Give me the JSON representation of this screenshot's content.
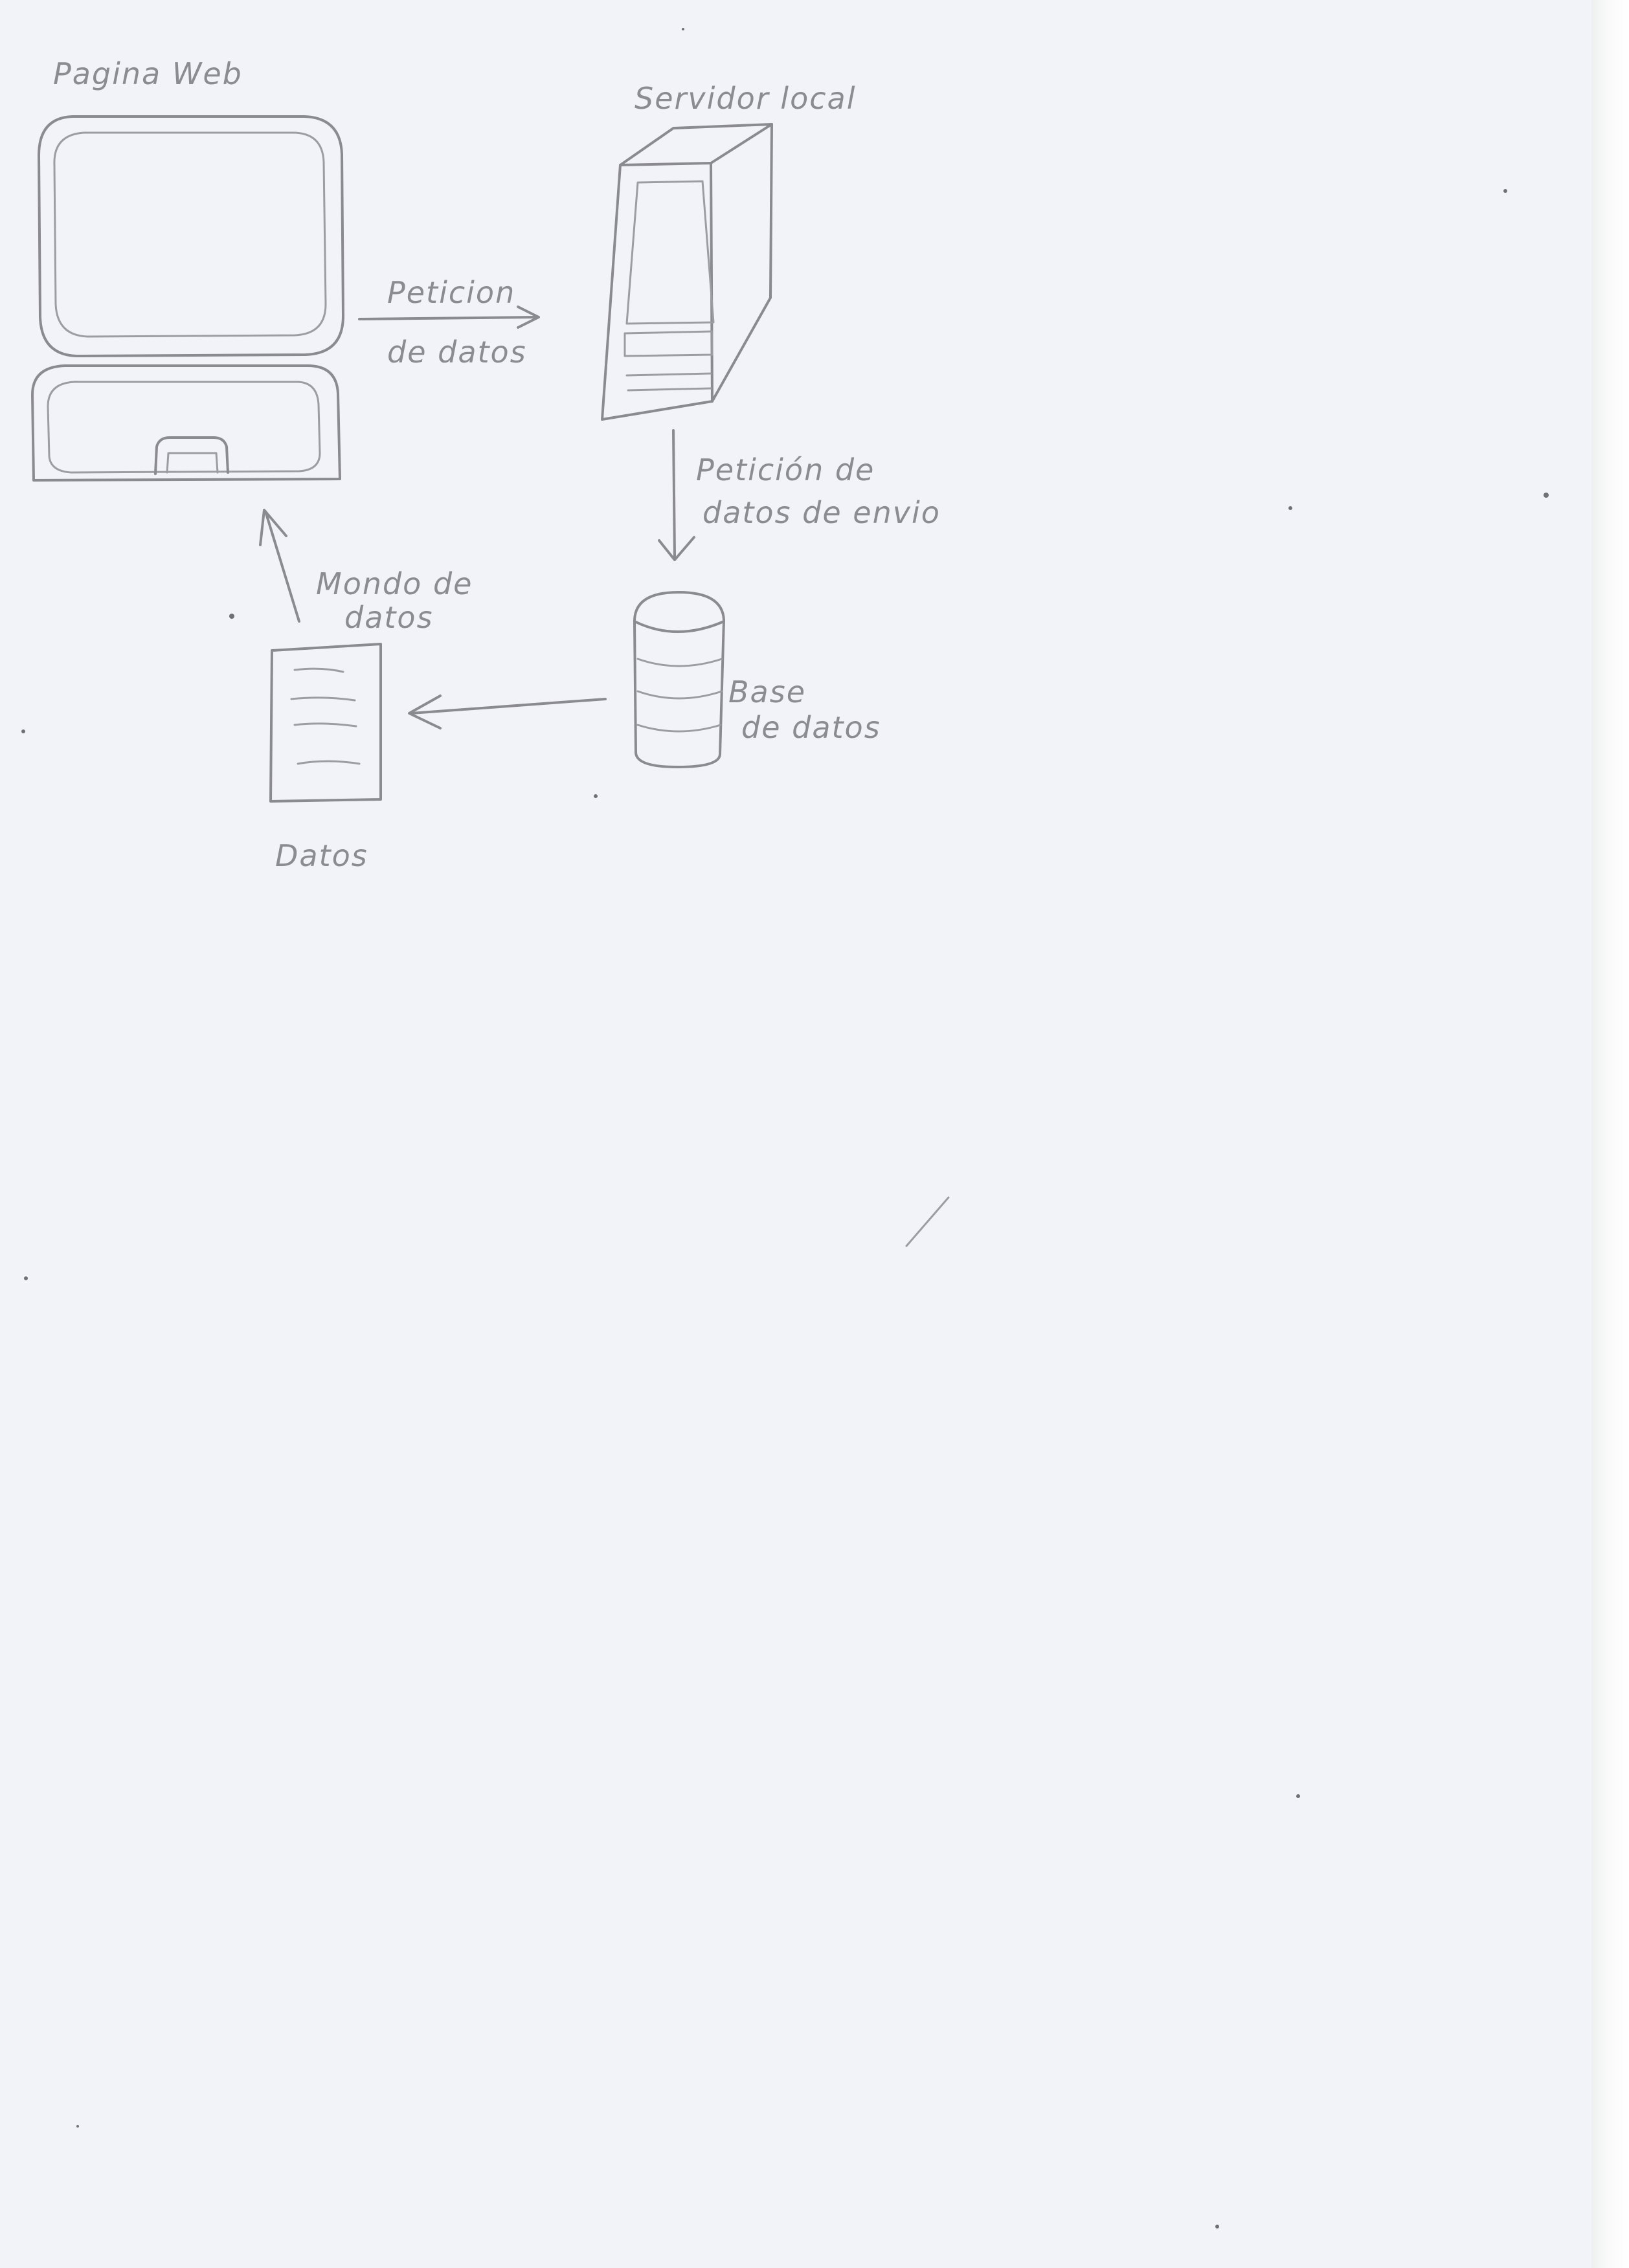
{
  "diagram": {
    "nodes": {
      "web_page": {
        "label": "Pagina Web"
      },
      "local_server": {
        "label": "Servidor local"
      },
      "database": {
        "label_line1": "Base",
        "label_line2": "de datos"
      },
      "data_doc": {
        "label": "Datos"
      }
    },
    "edges": {
      "page_to_server": {
        "line1": "Peticion",
        "line2": "de datos"
      },
      "server_to_db": {
        "line1": "Petición de",
        "line2": "datos de envio"
      },
      "db_to_doc": {},
      "doc_to_page": {
        "line1": "Mondo de",
        "line2": "datos"
      }
    }
  },
  "colors": {
    "paper": "#f2f2f9",
    "pencil": "#8a8a90"
  }
}
